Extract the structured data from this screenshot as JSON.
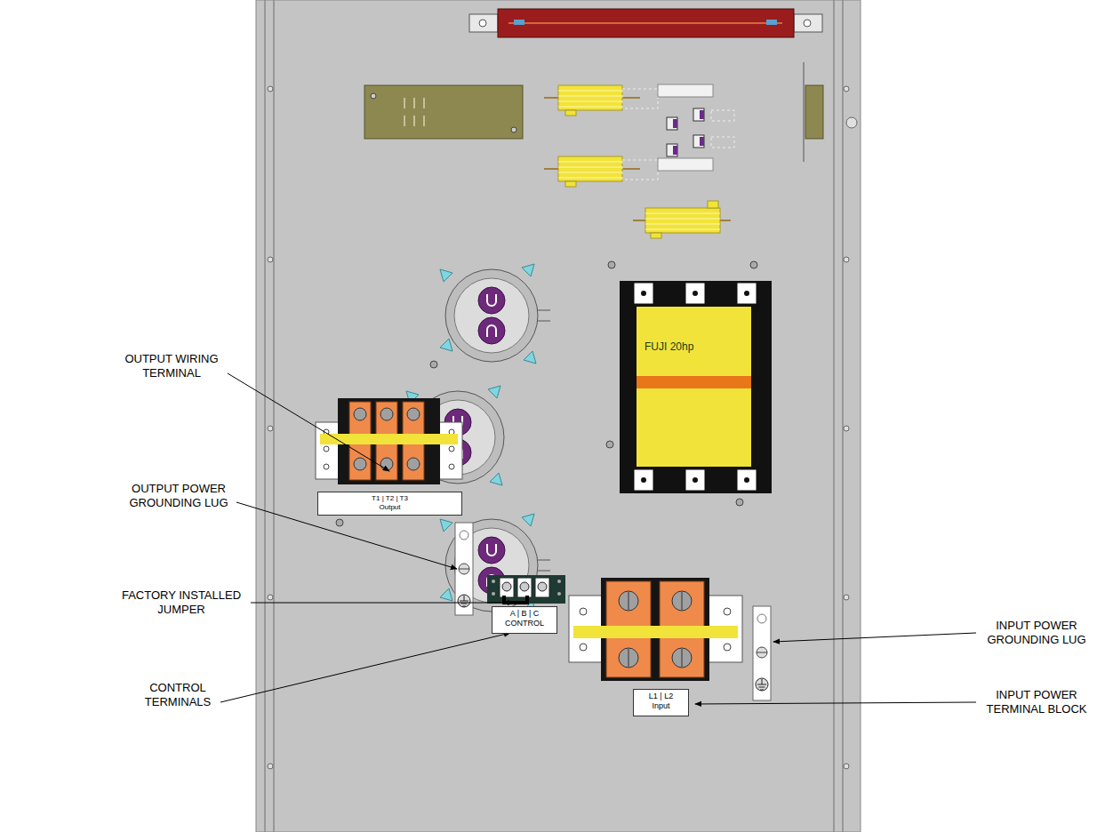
{
  "diagram": {
    "nodes": [
      {
        "text": [
          "FUJI 20hp"
        ]
      },
      {
        "text": [
          "T1 | T2 | T3",
          "Output"
        ]
      },
      {
        "text": [
          "A | B | C",
          "CONTROL"
        ]
      },
      {
        "text": [
          "L1 | L2",
          "Input"
        ]
      }
    ],
    "labels": [
      "OUTPUT WIRING TERMINAL",
      "OUTPUT POWER GROUNDING LUG",
      "FACTORY INSTALLED JUMPER",
      "CONTROL TERMINALS",
      "INPUT POWER GROUNDING LUG",
      "INPUT POWER TERMINAL BLOCK"
    ]
  }
}
